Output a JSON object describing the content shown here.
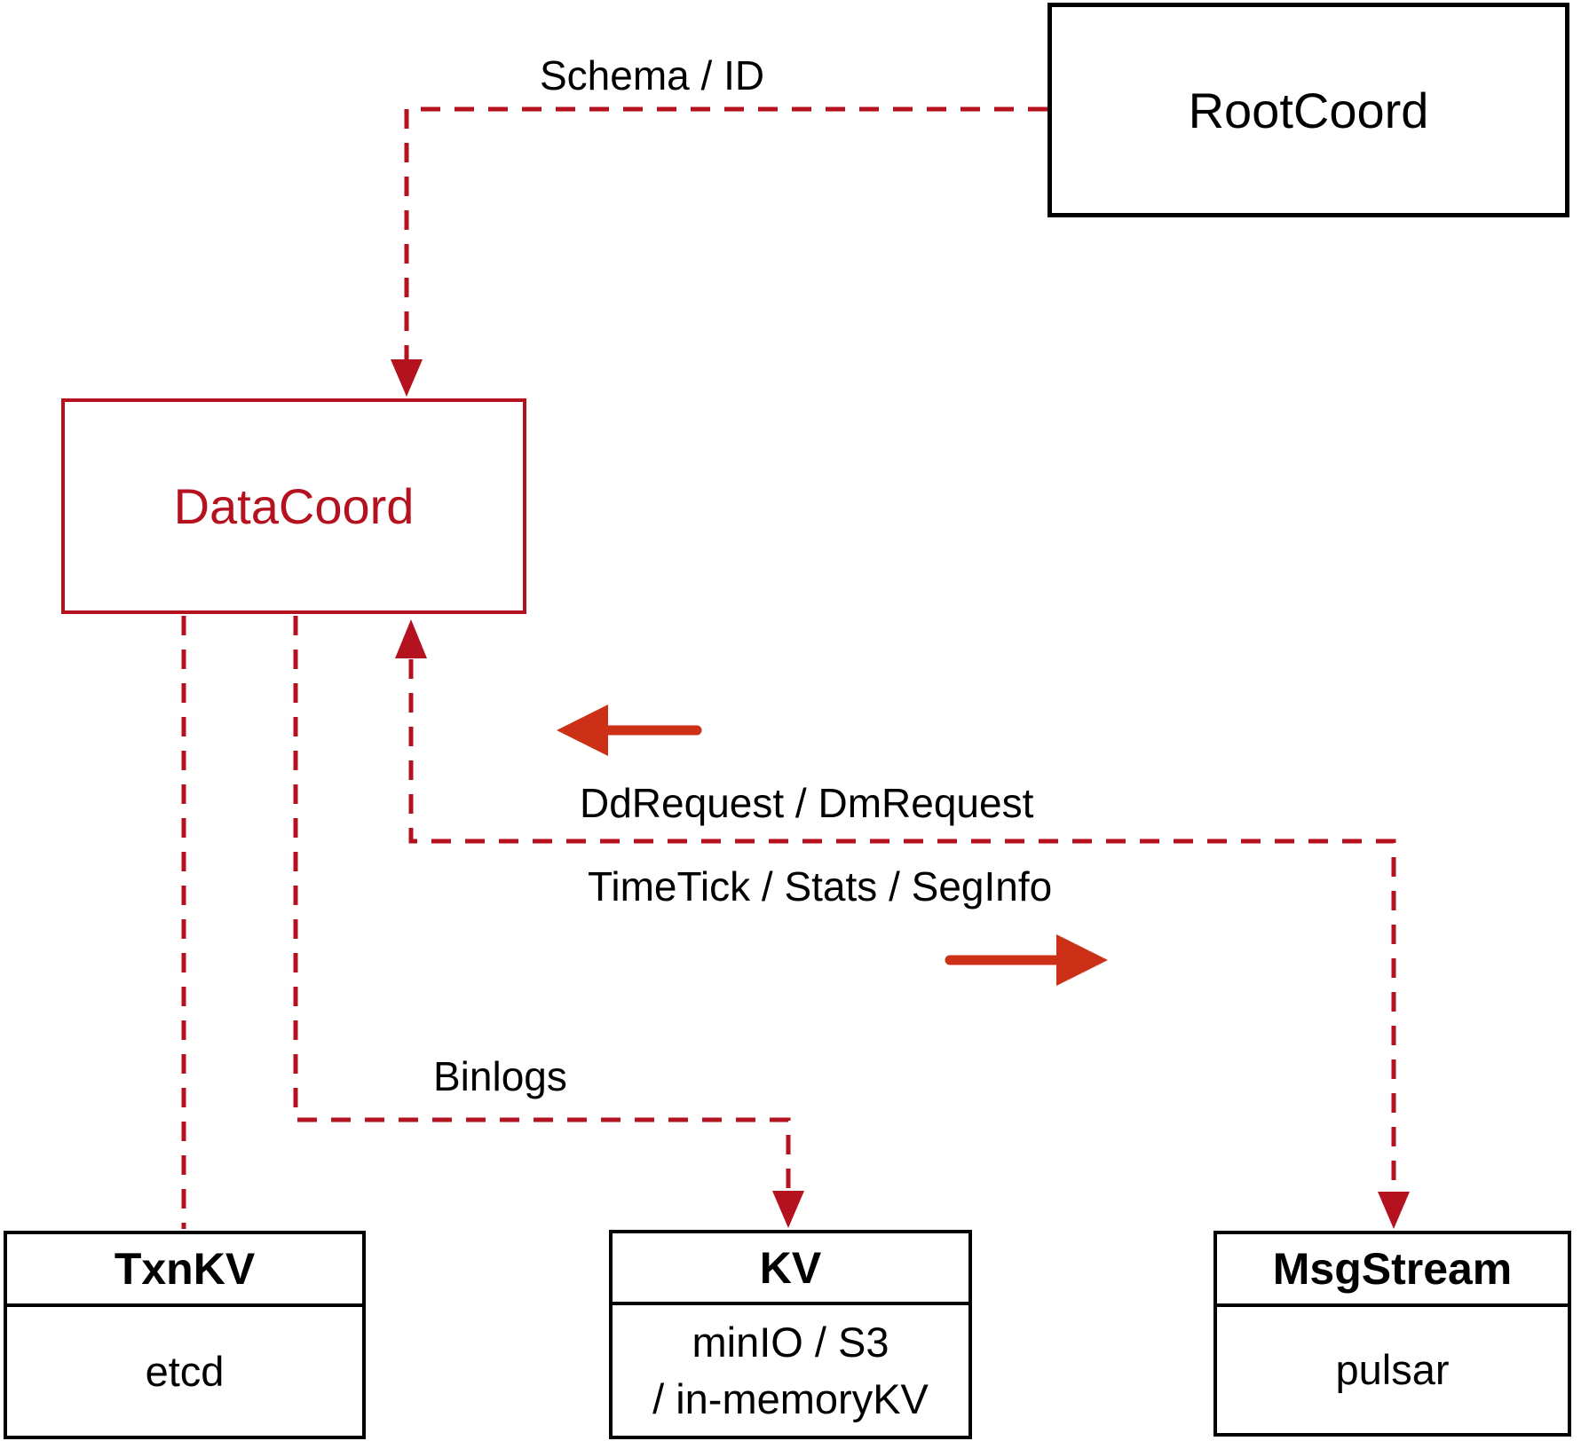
{
  "diagram": {
    "colors": {
      "crimson": "#b5121f",
      "arrow_red": "#cc3118",
      "box_black": "#000000"
    },
    "nodes": {
      "rootcoord": {
        "label": "RootCoord"
      },
      "datacoord": {
        "label": "DataCoord"
      },
      "txnkv": {
        "title": "TxnKV",
        "subtitle": "etcd"
      },
      "kv": {
        "title": "KV",
        "subtitle_line1": "minIO / S3",
        "subtitle_line2": "/ in-memoryKV"
      },
      "msgstream": {
        "title": "MsgStream",
        "subtitle": "pulsar"
      }
    },
    "edge_labels": {
      "schema": "Schema / ID",
      "dd_request": "DdRequest / DmRequest",
      "time_tick": "TimeTick / Stats / SegInfo",
      "binlogs": "Binlogs"
    }
  }
}
